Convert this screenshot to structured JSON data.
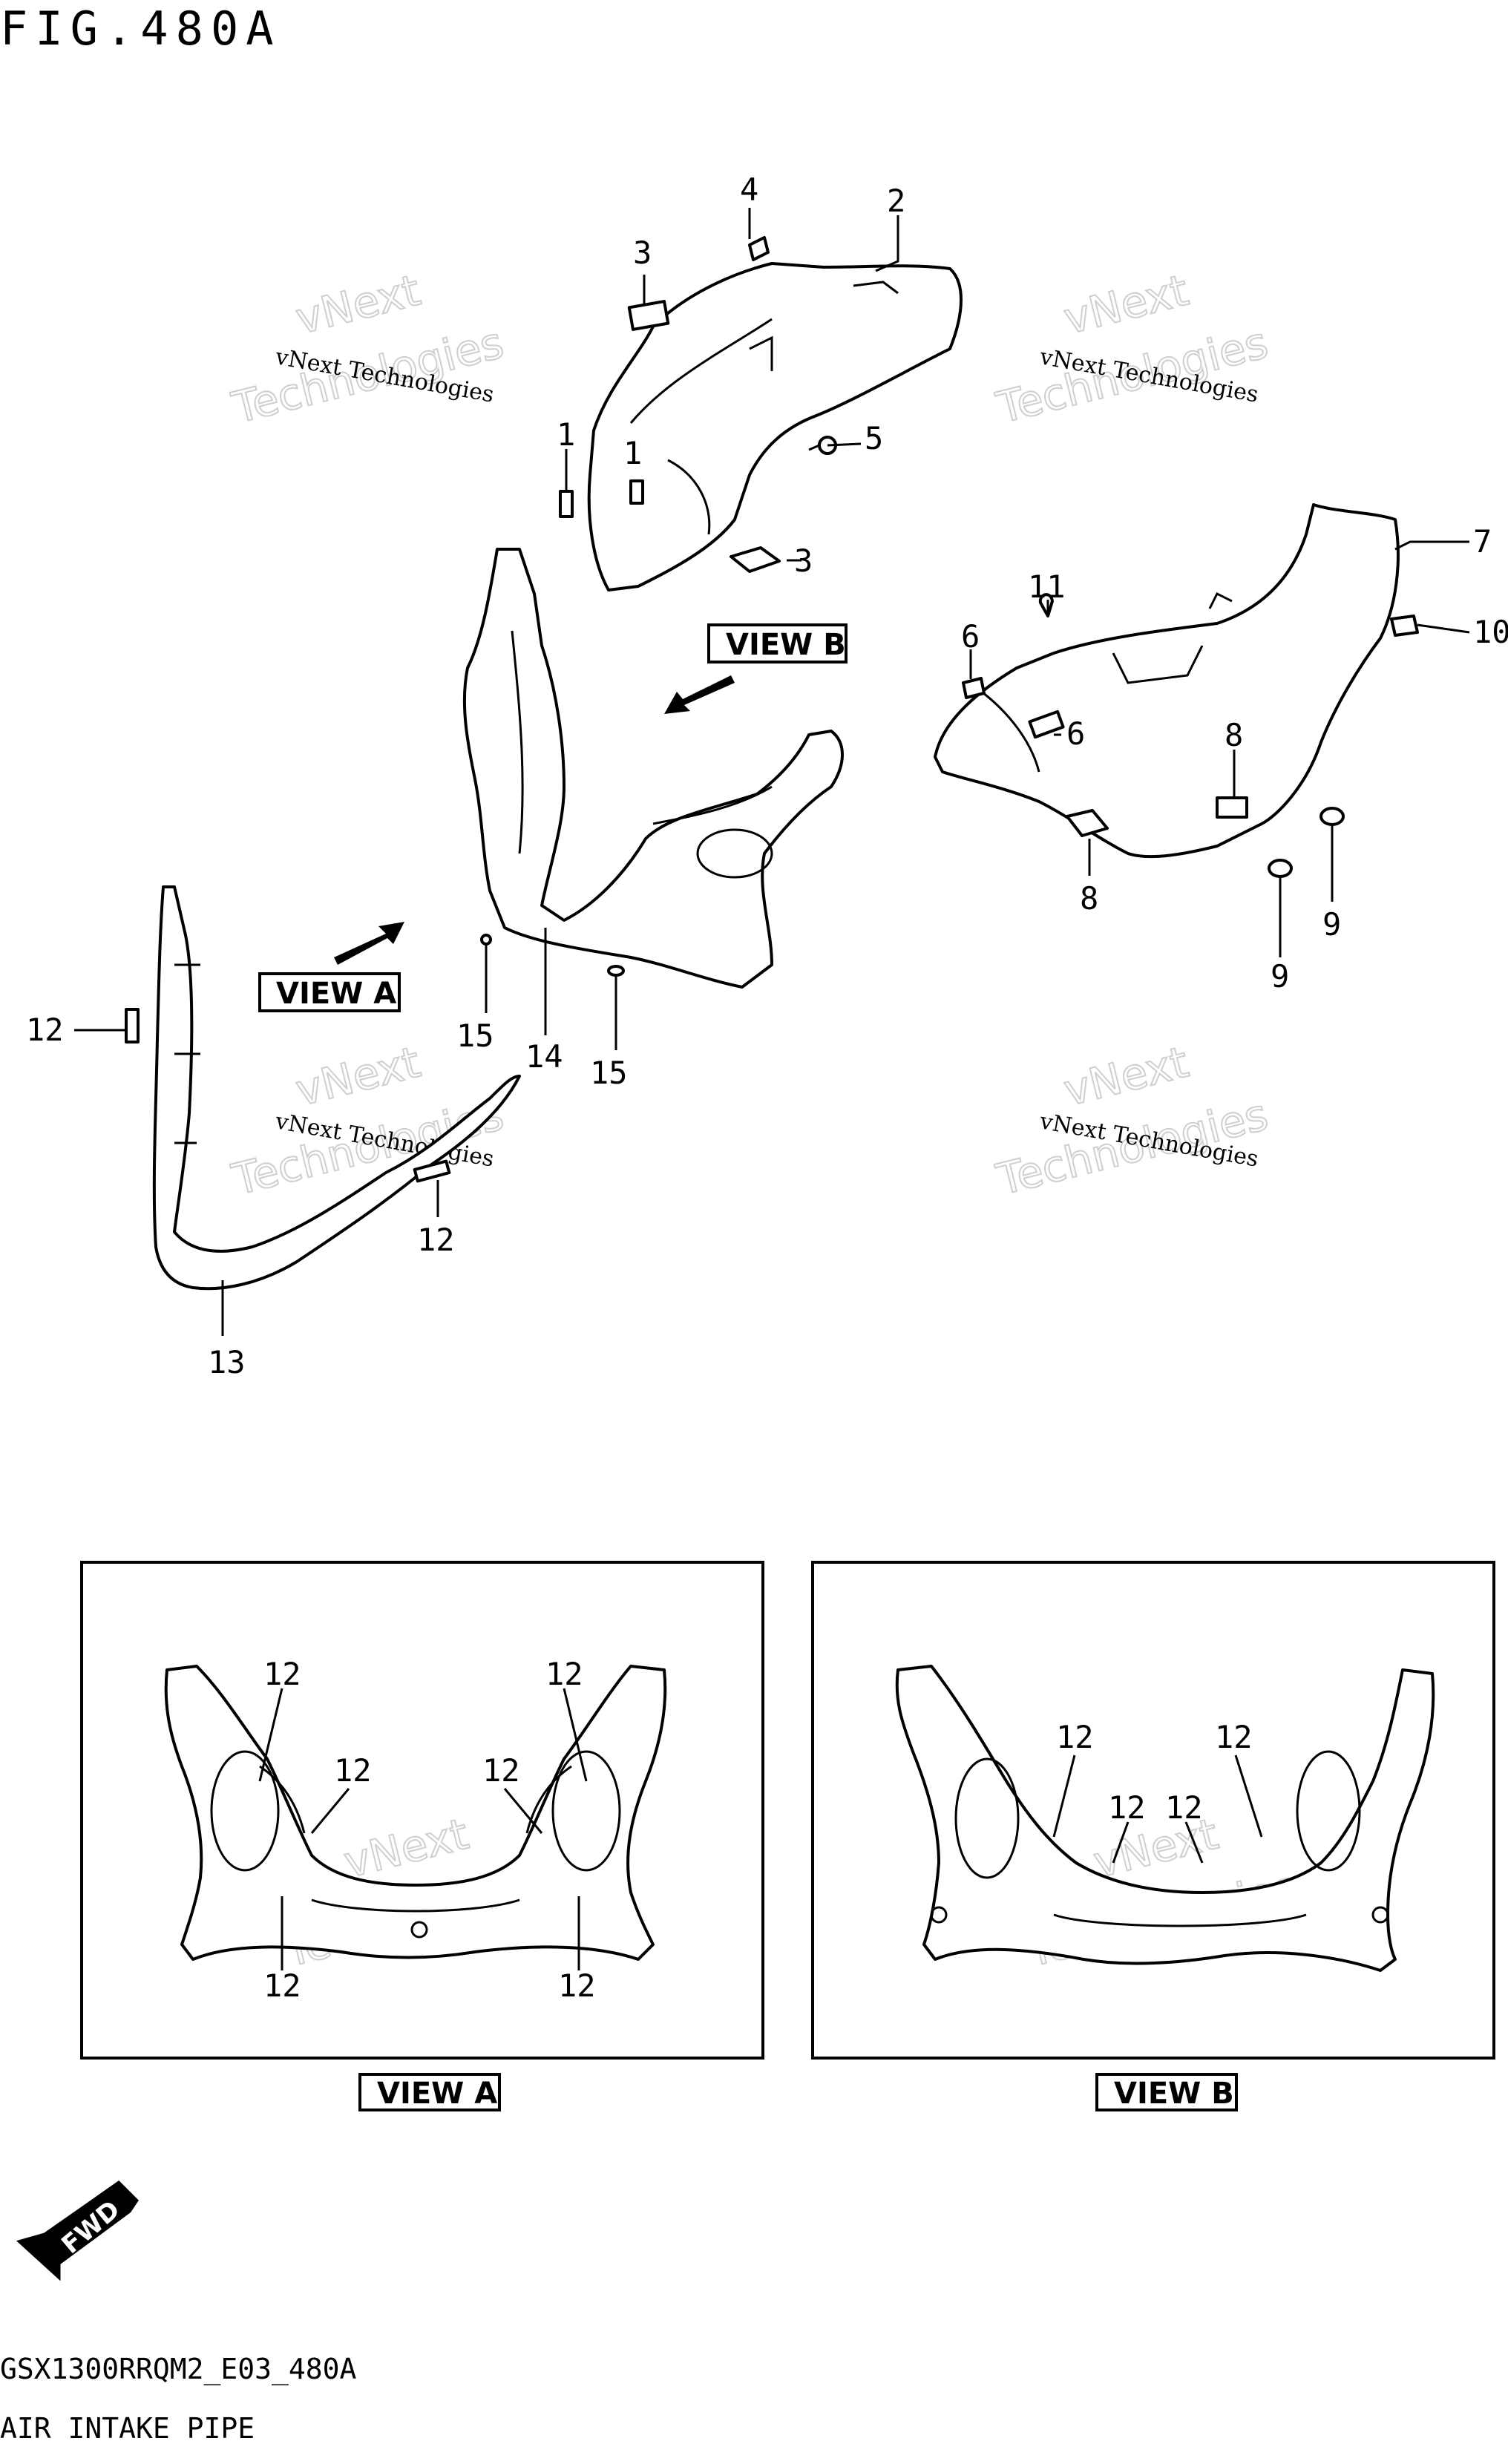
{
  "figure_title": "FIG.480A",
  "callouts": {
    "c1a": "1",
    "c1b": "1",
    "c2": "2",
    "c3a": "3",
    "c3b": "3",
    "c4": "4",
    "c5": "5",
    "c6a": "6",
    "c6b": "6",
    "c7": "7",
    "c8a": "8",
    "c8b": "8",
    "c9a": "9",
    "c9b": "9",
    "c10": "10",
    "c11": "11",
    "c12a": "12",
    "c12b": "12",
    "c13": "13",
    "c14": "14",
    "c15a": "15",
    "c15b": "15"
  },
  "view_labels": {
    "view_a": "VIEW A",
    "view_b": "VIEW B",
    "inset_a": "VIEW A",
    "inset_b": "VIEW B"
  },
  "inset_a_callouts": [
    "12",
    "12",
    "12",
    "12",
    "12",
    "12"
  ],
  "inset_b_callouts": [
    "12",
    "12",
    "12",
    "12"
  ],
  "fwd_label": "FWD",
  "watermark": {
    "line1": "vNext Technologies",
    "line2": "Technologies",
    "top": "vNext"
  },
  "footer": {
    "model_code": "GSX1300RRQM2_E03_480A",
    "section_name": "AIR INTAKE PIPE"
  }
}
